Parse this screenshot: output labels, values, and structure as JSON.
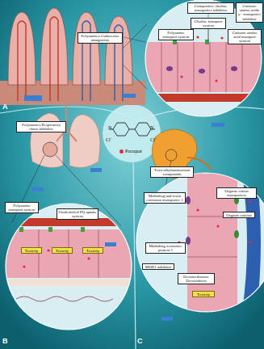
{
  "diagram": {
    "nodes": [
      {
        "text": [
          "Competitive choline transporter inhibitor"
        ]
      },
      {
        "text": [
          "Choline transport system"
        ]
      },
      {
        "text": [
          "Cationic amino acids y+ transporter inhibitor"
        ]
      },
      {
        "text": [
          "Polyamine transport system"
        ]
      },
      {
        "text": [
          "Polyamines Cadaverine antagonists"
        ]
      },
      {
        "text": [
          "Cationic amino acid transport system"
        ]
      },
      {
        "text": [
          "Polyamines Respiratory chain inhibitor"
        ]
      },
      {
        "text": [
          "Polyamine transport system"
        ]
      },
      {
        "text": [
          "Unidentified PQ uptake system"
        ]
      },
      {
        "text": [
          "Toxicity"
        ]
      },
      {
        "text": [
          "Toxicity"
        ]
      },
      {
        "text": [
          "Toxicity"
        ]
      },
      {
        "text": [
          "Tetra-alkylammonium compounds"
        ]
      },
      {
        "text": [
          "Multidrug and toxin extrusion transporter 1"
        ]
      },
      {
        "text": [
          "Organic cation transporters"
        ]
      },
      {
        "text": [
          "Organic cations"
        ]
      },
      {
        "text": [
          "Multidrug resistance protein 1"
        ]
      },
      {
        "text": [
          "MDR1 inhibitor"
        ]
      },
      {
        "text": [
          "Dexamethasone Doxorubicin"
        ]
      },
      {
        "text": [
          "Toxicity"
        ]
      }
    ],
    "labels": [
      "A",
      "B",
      "C",
      "N",
      "N",
      "Cl⁻",
      "Cl⁻"
    ],
    "legend": [
      {
        "text": "Paraquat",
        "color": "#e8283c"
      }
    ]
  }
}
